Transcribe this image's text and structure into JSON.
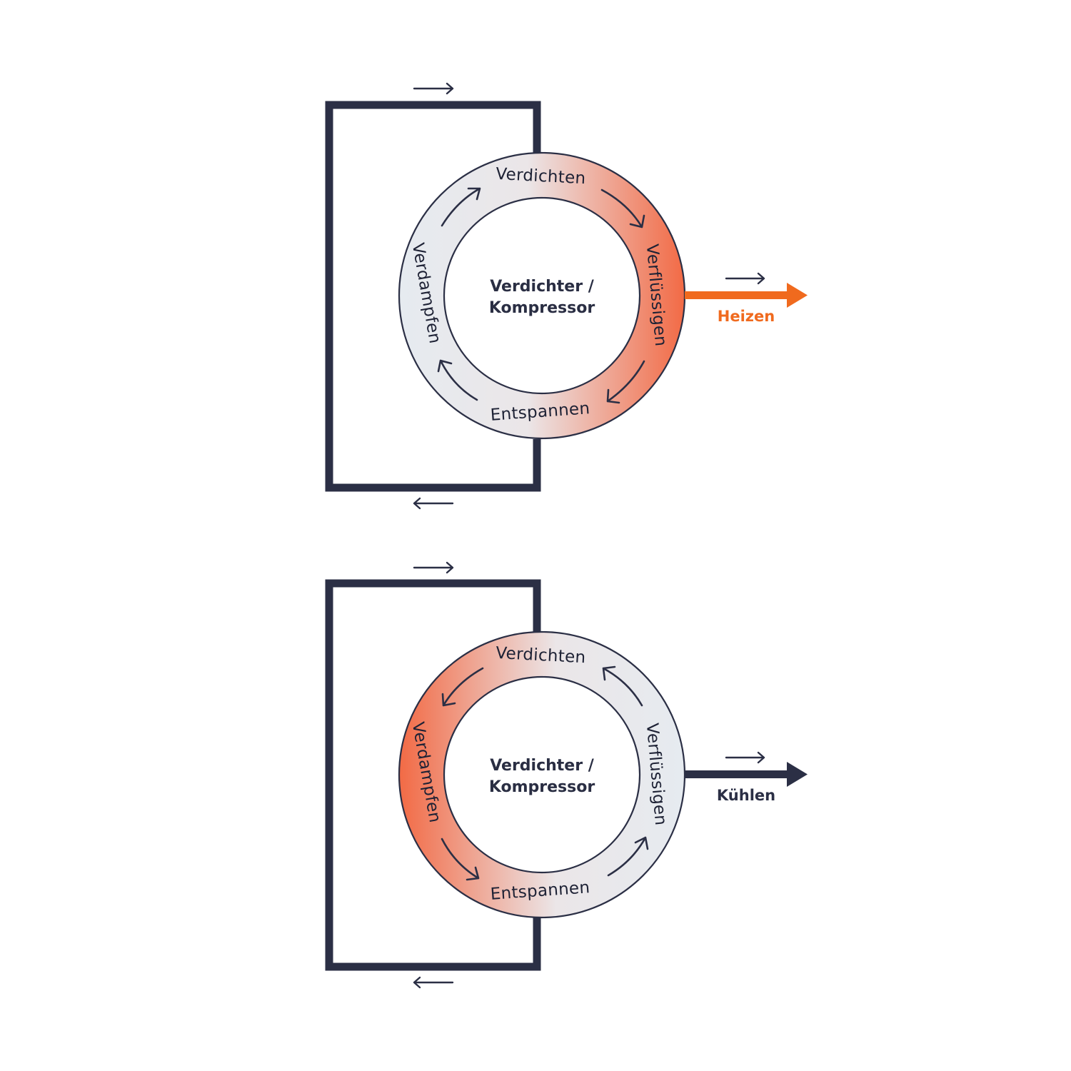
{
  "colors": {
    "navy": "#2b2f45",
    "hot": "#f26a45",
    "cold": "#e6ebf0",
    "heat_output": "#f06a1e",
    "cool_output": "#2b2f45"
  },
  "icons": [
    "arrow-right-icon",
    "arrow-left-icon",
    "curved-arrow-icon",
    "output-arrow-icon"
  ],
  "diagrams": [
    {
      "id": "heating",
      "center_line1": "Verdichter /",
      "center_line2": "Kompressor",
      "stages": {
        "top": "Verdichten",
        "right": "Verflüssigen",
        "bottom": "Entspannen",
        "left": "Verdampfen"
      },
      "output_label": "Heizen",
      "hot_side": "right",
      "cycle_direction": "clockwise"
    },
    {
      "id": "cooling",
      "center_line1": "Verdichter /",
      "center_line2": "Kompressor",
      "stages": {
        "top": "Verdichten",
        "right": "Verflüssigen",
        "bottom": "Entspannen",
        "left": "Verdampfen"
      },
      "output_label": "Kühlen",
      "hot_side": "left",
      "cycle_direction": "counterclockwise"
    }
  ]
}
